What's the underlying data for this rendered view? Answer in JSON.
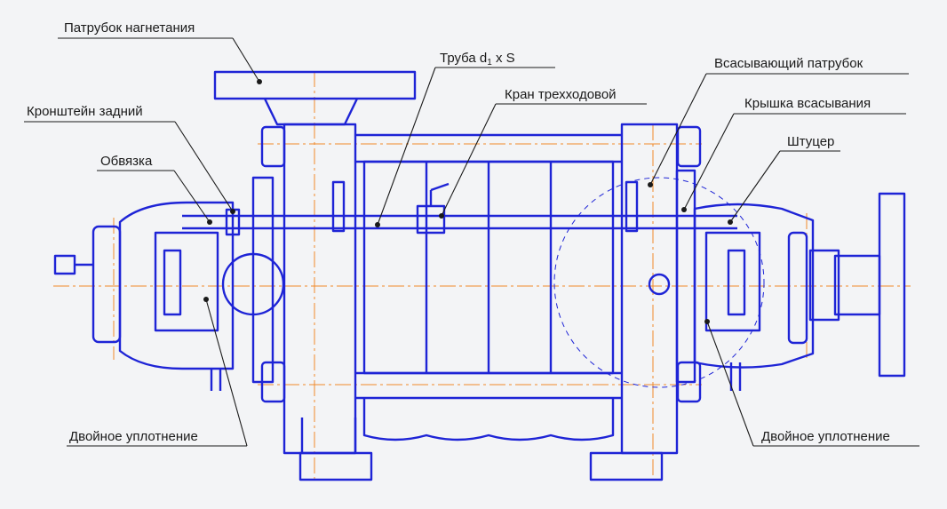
{
  "colors": {
    "background": "#f3f4f6",
    "drawing": "#1e24d6",
    "axis": "#f08a2a",
    "leader": "#1a1a1a"
  },
  "labels": {
    "discharge_nozzle": "Патрубок нагнетания",
    "pipe": "Труба d",
    "pipe_sub": "1",
    "pipe_tail": " x S",
    "rear_bracket": "Кронштейн задний",
    "three_way_valve": "Кран трехходовой",
    "piping": "Обвязка",
    "suction_nozzle": "Всасывающий патрубок",
    "suction_cover": "Крышка всасывания",
    "fitting": "Штуцер",
    "double_seal_left": "Двойное уплотнение",
    "double_seal_right": "Двойное уплотнение"
  }
}
